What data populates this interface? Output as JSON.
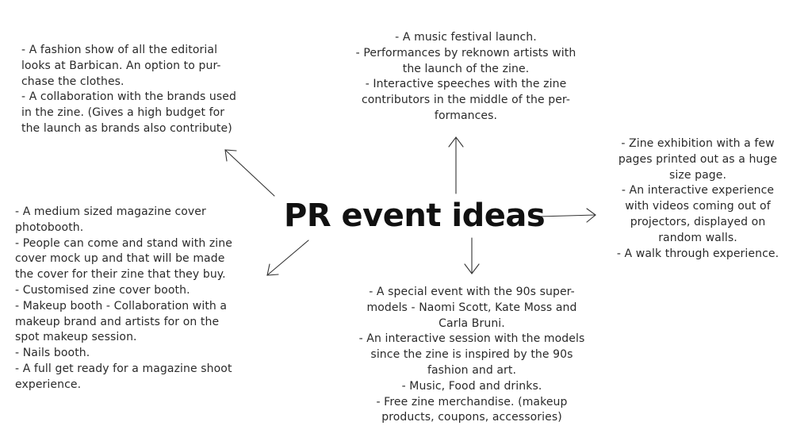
{
  "title": "PR event ideas",
  "notes": {
    "top_left": [
      "- A fashion show of all the editorial",
      "looks at Barbican. An option to pur-",
      "chase the clothes.",
      "- A collaboration with the brands used",
      "in the zine. (Gives a high budget for",
      "the launch as brands also contribute)"
    ],
    "top": [
      "- A music festival launch.",
      "- Performances by reknown artists with",
      "the launch of the zine.",
      "- Interactive speeches with the zine",
      "contributors in the middle of the per-",
      "formances."
    ],
    "right": [
      "- Zine exhibition with a few",
      "pages printed out as a huge",
      "size page.",
      "- An interactive experience",
      "with videos coming out of",
      "projectors, displayed on",
      "random walls.",
      "- A walk through experience."
    ],
    "left": [
      "- A medium sized magazine cover",
      "photobooth.",
      "- People can come and stand with zine",
      "cover mock up and that will be made",
      "the cover for their zine that they buy.",
      "- Customised zine cover booth.",
      "- Makeup booth - Collaboration with a",
      "makeup brand and artists for on the",
      "spot makeup session.",
      "- Nails booth.",
      "- A full get ready for a magazine shoot",
      "experience."
    ],
    "bottom": [
      "- A special event with the 90s super-",
      "models - Naomi Scott, Kate Moss and",
      "Carla Bruni.",
      "- An interactive session with the models",
      "since the zine is inspired by the 90s",
      "fashion and art.",
      "- Music, Food and drinks.",
      "- Free zine merchandise. (makeup",
      "products, coupons, accessories)"
    ]
  }
}
